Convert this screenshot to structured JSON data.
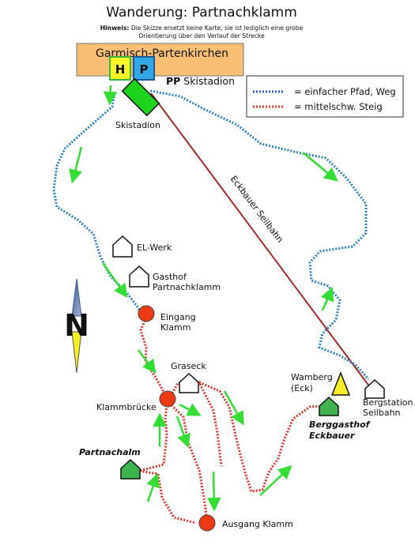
{
  "title": "Wanderung: Partnachklamm",
  "note": {
    "bold": "Hinweis:",
    "line1": "Die Skizze ersetzt keine Karte, sie ist lediglich eine grobe",
    "line2": "Orientierung über den Verlauf der Strecke"
  },
  "banner": {
    "town": "Garmisch-Partenkirchen",
    "h_label": "H",
    "p_label": "P"
  },
  "legend": {
    "easy_label": "= einfacher Pfad, Weg",
    "medium_label": "= mittelschw. Steig"
  },
  "labels": {
    "pp_bold": "PP",
    "pp_rest": " Skistadion",
    "skistadion": "Skistadion",
    "seilbahn": "Eckbauer Seilbahn",
    "el_werk": "EL-Werk",
    "gasthof_1": "Gasthof",
    "gasthof_2": "Partnachklamm",
    "eingang_1": "Eingang",
    "eingang_2": "Klamm",
    "graseck": "Graseck",
    "klammbruecke": "Klammbrücke",
    "partnachalm": "Partnachalm",
    "ausgang": "Ausgang Klamm",
    "wamberg_1": "Wamberg",
    "wamberg_2": "(Eck)",
    "bergstation_1": "Bergstation",
    "bergstation_2": "Seilbahn",
    "berggasthof_1": "Berggasthof",
    "berggasthof_2": "Eckbauer",
    "north": "N"
  },
  "colors": {
    "easy_path": "#2a7fc4",
    "medium_path": "#e0322a",
    "arrow": "#33dd33",
    "cable_car": "#a52a2a",
    "banner": "#f7be74",
    "h_box": "#f6f628",
    "p_box": "#33a8e6",
    "stadium": "#1dd31d",
    "red_dot": "#ee3a14",
    "hut_green": "#3fb34f",
    "peak_yellow": "#f4ec24"
  }
}
